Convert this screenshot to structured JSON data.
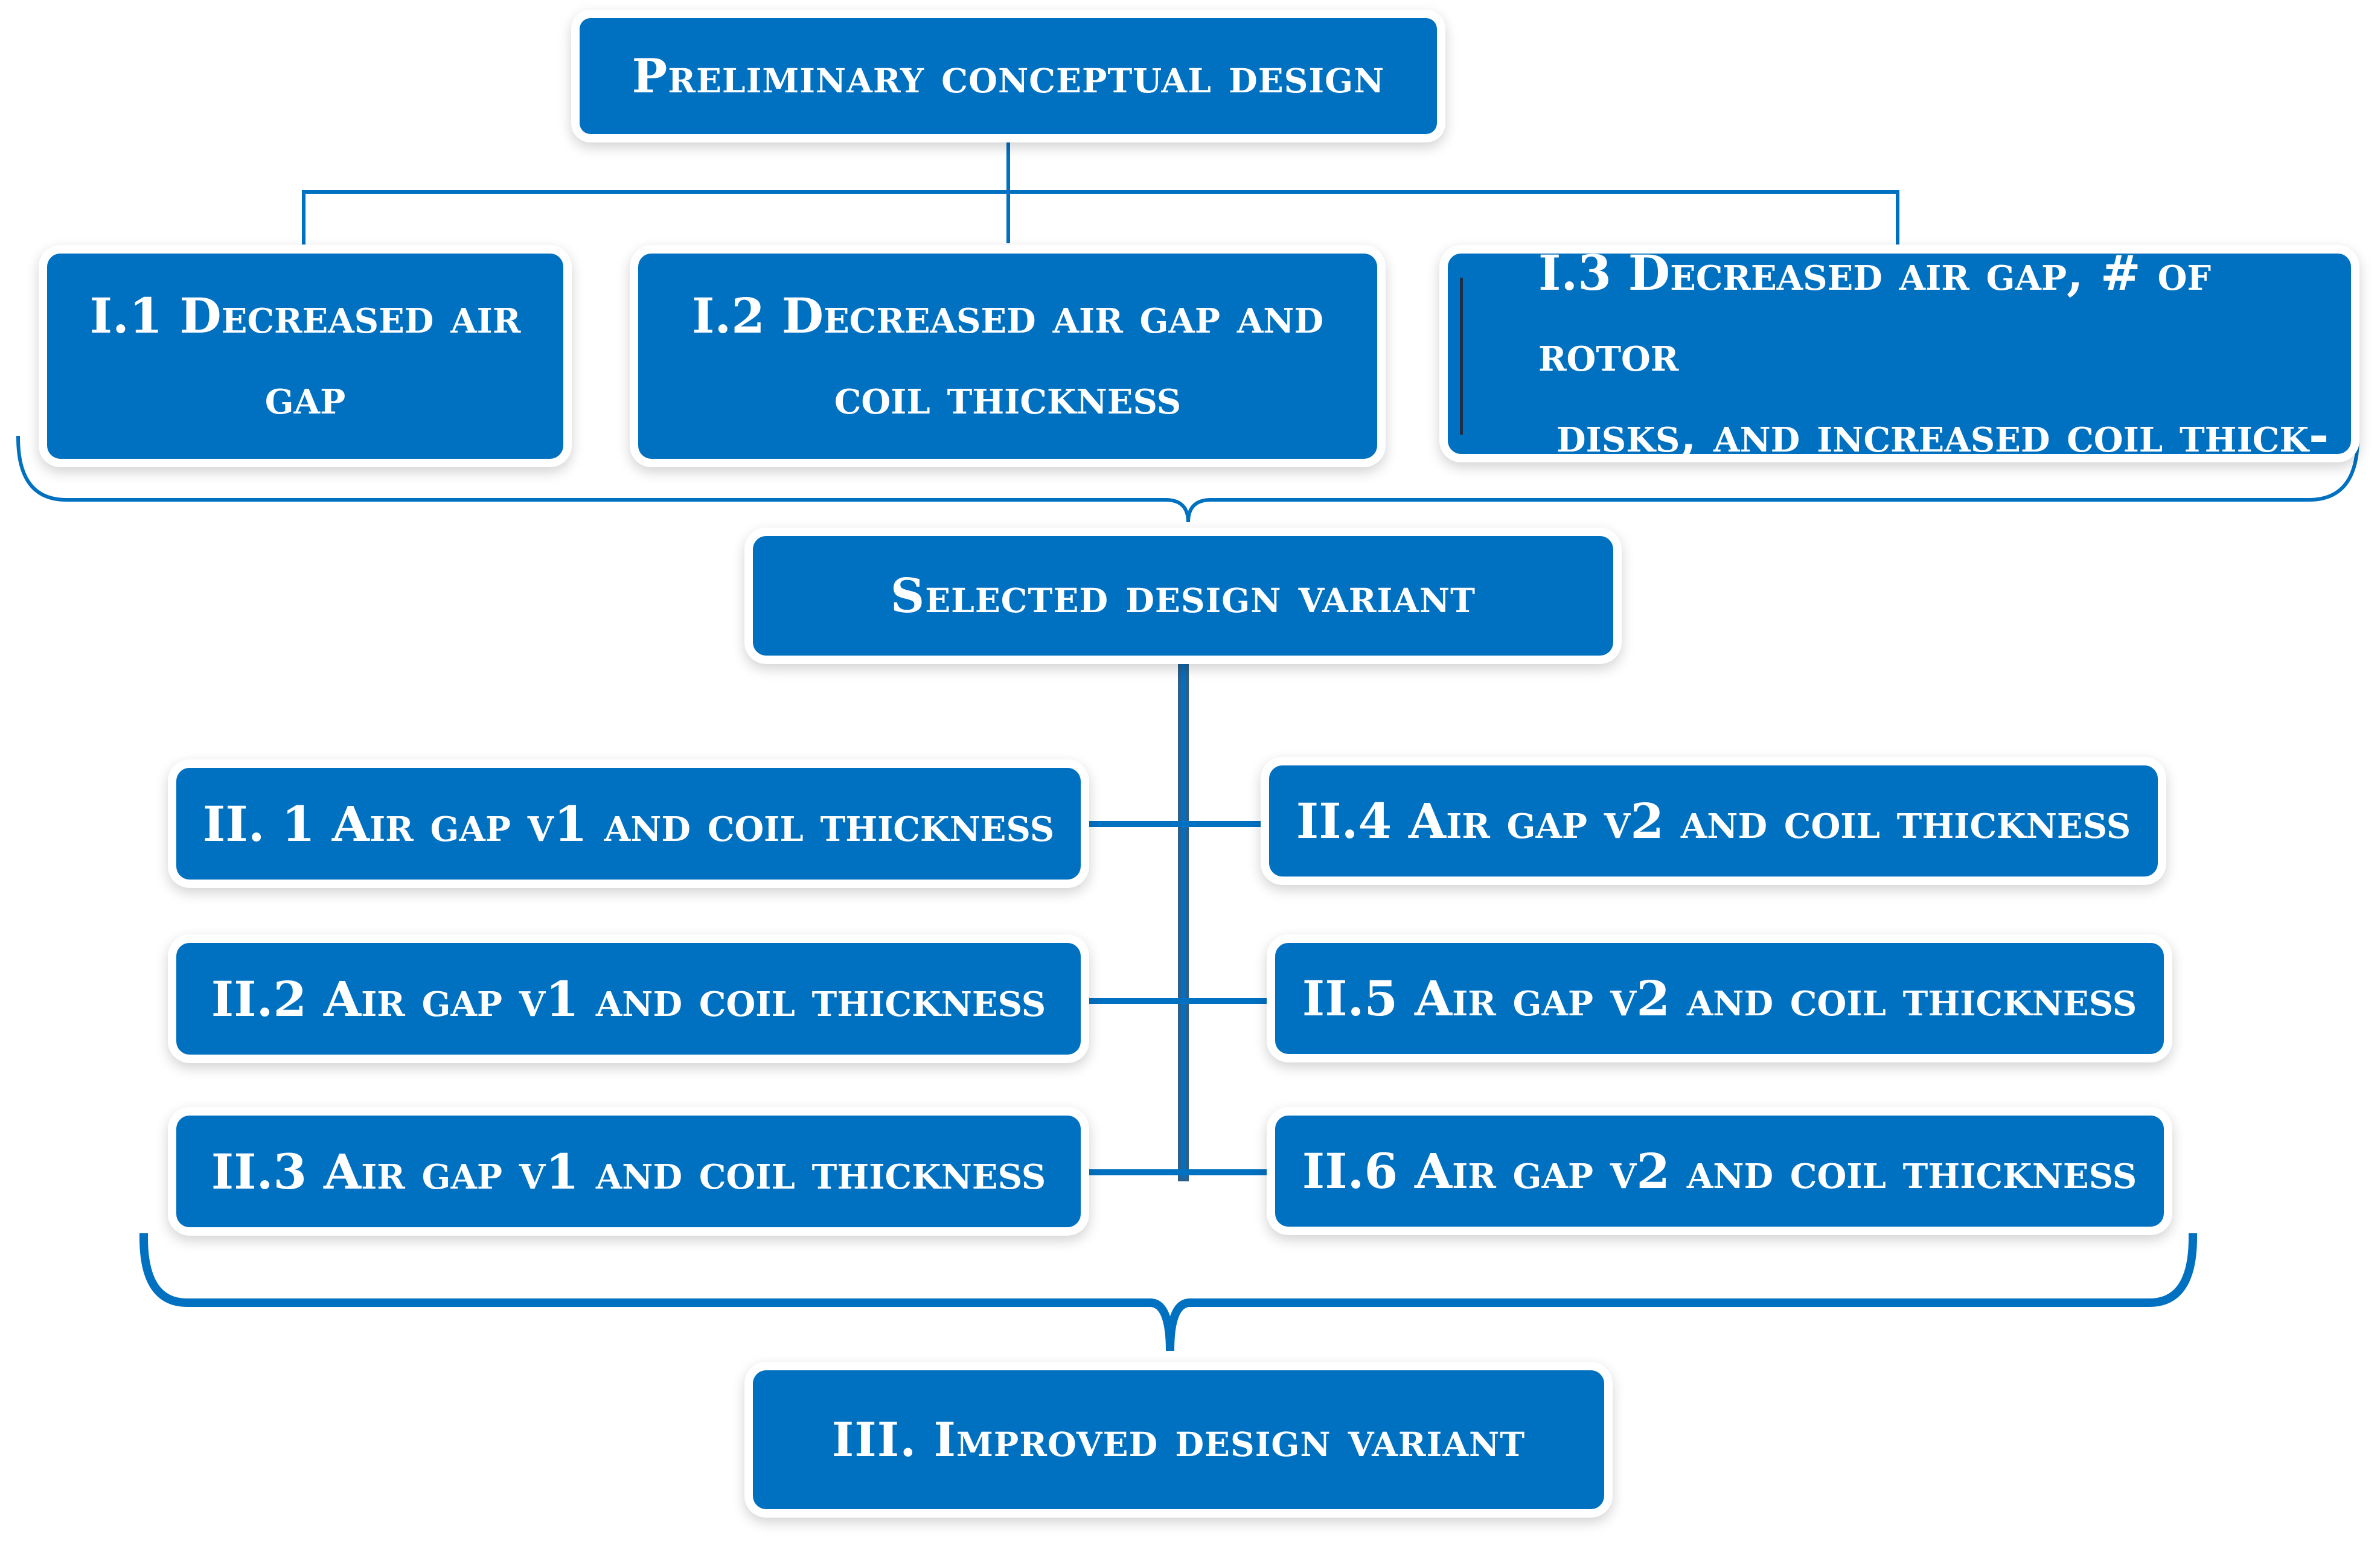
{
  "diagram": {
    "accent_color": "#0070c0",
    "top": {
      "label": "Preliminary conceptual design"
    },
    "stage1": [
      {
        "id": "I.1",
        "lines": [
          "I.1 Decreased air",
          "gap"
        ]
      },
      {
        "id": "I.2",
        "lines": [
          "I.2 Decreased air gap and",
          "coil thickness"
        ]
      },
      {
        "id": "I.3",
        "lines": [
          "I.3 Decreased air gap, # of rotor",
          "disks, and increased coil thick-"
        ]
      }
    ],
    "selected": {
      "label": "Selected design variant"
    },
    "stage2": [
      {
        "label": "II. 1 Air gap v1 and coil thickness"
      },
      {
        "label": "II.2 Air gap v1 and coil thickness"
      },
      {
        "label": "II.3 Air gap v1 and coil thickness"
      },
      {
        "label": "II.4 Air gap v2 and coil thickness"
      },
      {
        "label": "II.5 Air gap v2 and coil thickness"
      },
      {
        "label": "II.6 Air gap v2 and coil thickness"
      }
    ],
    "final": {
      "label": "III. Improved design variant"
    }
  }
}
